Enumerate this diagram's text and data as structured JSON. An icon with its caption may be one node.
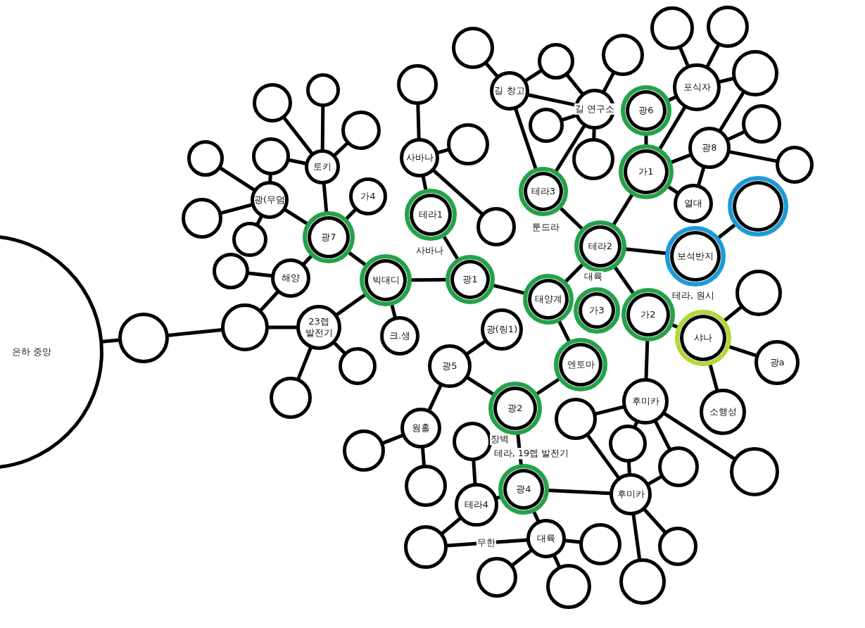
{
  "diagram": {
    "nodes": [
      {
        "text": [
          "은하 중앙"
        ]
      },
      {
        "text": [],
        "shape": "circle"
      },
      {
        "text": [],
        "shape": "circle"
      },
      {
        "text": [
          "해양"
        ]
      },
      {
        "text": [],
        "shape": "circle"
      },
      {
        "text": [
          "23렙 발전기"
        ]
      },
      {
        "text": [],
        "shape": "circle"
      },
      {
        "text": [],
        "shape": "circle"
      },
      {
        "text": [
          "광7"
        ]
      },
      {
        "text": [
          "광(무덤"
        ]
      },
      {
        "text": [],
        "shape": "circle"
      },
      {
        "text": [],
        "shape": "circle"
      },
      {
        "text": [],
        "shape": "circle"
      },
      {
        "text": [],
        "shape": "circle"
      },
      {
        "text": [
          "토키"
        ]
      },
      {
        "text": [],
        "shape": "circle"
      },
      {
        "text": [],
        "shape": "circle"
      },
      {
        "text": [],
        "shape": "circle"
      },
      {
        "text": [
          "가4"
        ]
      },
      {
        "text": [
          "빅대디"
        ]
      },
      {
        "text": [
          "크.생"
        ]
      },
      {
        "text": [
          "광1"
        ]
      },
      {
        "text": [
          "테라1"
        ],
        "beside": [
          "사바나"
        ]
      },
      {
        "text": [
          "사바나"
        ]
      },
      {
        "text": [],
        "shape": "circle"
      },
      {
        "text": [],
        "shape": "circle"
      },
      {
        "text": [],
        "shape": "circle"
      },
      {
        "text": [
          "길 창고"
        ]
      },
      {
        "text": [],
        "shape": "circle"
      },
      {
        "text": [],
        "shape": "circle"
      },
      {
        "text": [
          "길 연구소"
        ]
      },
      {
        "text": [],
        "shape": "circle"
      },
      {
        "text": [],
        "shape": "circle"
      },
      {
        "text": [
          "테라3"
        ],
        "beside": [
          "툰드라"
        ]
      },
      {
        "text": [
          "테라2"
        ],
        "beside": [
          "대륙"
        ]
      },
      {
        "text": [
          "광6"
        ]
      },
      {
        "text": [
          "포식자"
        ]
      },
      {
        "text": [],
        "shape": "circle"
      },
      {
        "text": [],
        "shape": "circle"
      },
      {
        "text": [
          "가1"
        ]
      },
      {
        "text": [
          "광8"
        ]
      },
      {
        "text": [],
        "shape": "circle"
      },
      {
        "text": [],
        "shape": "circle"
      },
      {
        "text": [],
        "shape": "circle"
      },
      {
        "text": [
          "열대"
        ]
      },
      {
        "text": [],
        "shape": "circle"
      },
      {
        "text": [
          "보석반지"
        ],
        "beside": [
          "테라, 원시"
        ]
      },
      {
        "text": [
          "태양계"
        ]
      },
      {
        "text": [
          "가3"
        ]
      },
      {
        "text": [
          "가2"
        ]
      },
      {
        "text": [
          "엔토마"
        ]
      },
      {
        "text": [
          "샤나"
        ]
      },
      {
        "text": [],
        "shape": "circle"
      },
      {
        "text": [
          "광a"
        ]
      },
      {
        "text": [
          "소행성"
        ]
      },
      {
        "text": [
          "광(링1)"
        ]
      },
      {
        "text": [
          "광5"
        ]
      },
      {
        "text": [
          "광2"
        ],
        "beside": [
          "장벽"
        ]
      },
      {
        "text": [
          "웜홀"
        ]
      },
      {
        "text": [],
        "shape": "circle"
      },
      {
        "text": [],
        "shape": "circle"
      },
      {
        "text": [],
        "shape": "circle"
      },
      {
        "text": [
          "테라4"
        ]
      },
      {
        "text": [
          "광4"
        ],
        "beside": [
          "테라, 19렙 발전기"
        ]
      },
      {
        "text": [],
        "shape": "circle"
      },
      {
        "text": [
          "대륙"
        ]
      },
      {
        "text": [],
        "shape": "circle"
      },
      {
        "text": [],
        "shape": "circle"
      },
      {
        "text": [],
        "shape": "circle"
      },
      {
        "text": [
          "후미카"
        ]
      },
      {
        "text": [],
        "shape": "circle"
      },
      {
        "text": [],
        "shape": "circle"
      },
      {
        "text": [],
        "shape": "circle"
      },
      {
        "text": [],
        "shape": "circle"
      },
      {
        "text": [
          "후미카"
        ]
      },
      {
        "text": [],
        "shape": "circle"
      },
      {
        "text": [],
        "shape": "circle"
      },
      {
        "text": [],
        "shape": "circle"
      }
    ],
    "edges": [
      {
        "from": 0,
        "to": 1,
        "arrow": "none"
      },
      {
        "from": 1,
        "to": 2,
        "arrow": "none"
      },
      {
        "from": 2,
        "to": 3,
        "arrow": "none"
      },
      {
        "from": 3,
        "to": 4,
        "arrow": "none"
      },
      {
        "from": 2,
        "to": 5,
        "arrow": "none"
      },
      {
        "from": 5,
        "to": 6,
        "arrow": "none"
      },
      {
        "from": 5,
        "to": 7,
        "arrow": "none"
      },
      {
        "from": 3,
        "to": 8,
        "arrow": "none"
      },
      {
        "from": 8,
        "to": 9,
        "arrow": "none"
      },
      {
        "from": 8,
        "to": 14,
        "arrow": "none"
      },
      {
        "from": 8,
        "to": 18,
        "arrow": "none"
      },
      {
        "from": 8,
        "to": 19,
        "arrow": "none"
      },
      {
        "from": 9,
        "to": 10,
        "arrow": "none"
      },
      {
        "from": 9,
        "to": 11,
        "arrow": "none"
      },
      {
        "from": 9,
        "to": 12,
        "arrow": "none"
      },
      {
        "from": 9,
        "to": 13,
        "arrow": "none"
      },
      {
        "from": 10,
        "to": 14,
        "arrow": "none"
      },
      {
        "from": 14,
        "to": 15,
        "arrow": "none"
      },
      {
        "from": 14,
        "to": 16,
        "arrow": "none"
      },
      {
        "from": 14,
        "to": 17,
        "arrow": "none"
      },
      {
        "from": 19,
        "to": 5,
        "arrow": "none"
      },
      {
        "from": 19,
        "to": 20,
        "arrow": "none"
      },
      {
        "from": 19,
        "to": 21,
        "arrow": "none"
      },
      {
        "from": 21,
        "to": 22,
        "arrow": "none"
      },
      {
        "from": 22,
        "to": 23,
        "arrow": "none"
      },
      {
        "from": 23,
        "to": 24,
        "arrow": "none"
      },
      {
        "from": 23,
        "to": 25,
        "arrow": "none"
      },
      {
        "from": 23,
        "to": 26,
        "arrow": "none"
      },
      {
        "from": 21,
        "to": 47,
        "arrow": "none"
      },
      {
        "from": 27,
        "to": 28,
        "arrow": "none"
      },
      {
        "from": 27,
        "to": 29,
        "arrow": "none"
      },
      {
        "from": 27,
        "to": 30,
        "arrow": "none"
      },
      {
        "from": 27,
        "to": 33,
        "arrow": "none"
      },
      {
        "from": 29,
        "to": 30,
        "arrow": "none"
      },
      {
        "from": 30,
        "to": 31,
        "arrow": "none"
      },
      {
        "from": 30,
        "to": 32,
        "arrow": "none"
      },
      {
        "from": 30,
        "to": 33,
        "arrow": "none"
      },
      {
        "from": 30,
        "to": 77,
        "arrow": "none"
      },
      {
        "from": 33,
        "to": 34,
        "arrow": "none"
      },
      {
        "from": 35,
        "to": 39,
        "arrow": "none"
      },
      {
        "from": 35,
        "to": 36,
        "arrow": "none"
      },
      {
        "from": 36,
        "to": 37,
        "arrow": "none"
      },
      {
        "from": 36,
        "to": 38,
        "arrow": "none"
      },
      {
        "from": 36,
        "to": 41,
        "arrow": "none"
      },
      {
        "from": 39,
        "to": 36,
        "arrow": "none"
      },
      {
        "from": 39,
        "to": 40,
        "arrow": "none"
      },
      {
        "from": 39,
        "to": 44,
        "arrow": "none"
      },
      {
        "from": 40,
        "to": 41,
        "arrow": "none"
      },
      {
        "from": 40,
        "to": 42,
        "arrow": "none"
      },
      {
        "from": 40,
        "to": 43,
        "arrow": "none"
      },
      {
        "from": 40,
        "to": 44,
        "arrow": "none"
      },
      {
        "from": 39,
        "to": 34,
        "arrow": "none"
      },
      {
        "from": 34,
        "to": 46,
        "arrow": "none"
      },
      {
        "from": 46,
        "to": 45,
        "arrow": "none"
      },
      {
        "from": 34,
        "to": 47,
        "arrow": "none"
      },
      {
        "from": 34,
        "to": 49,
        "arrow": "none"
      },
      {
        "from": 47,
        "to": 50,
        "arrow": "none"
      },
      {
        "from": 49,
        "to": 51,
        "arrow": "none"
      },
      {
        "from": 49,
        "to": 69,
        "arrow": "none"
      },
      {
        "from": 51,
        "to": 52,
        "arrow": "none"
      },
      {
        "from": 51,
        "to": 53,
        "arrow": "none"
      },
      {
        "from": 51,
        "to": 54,
        "arrow": "none"
      },
      {
        "from": 50,
        "to": 57,
        "arrow": "none"
      },
      {
        "from": 57,
        "to": 56,
        "arrow": "none"
      },
      {
        "from": 56,
        "to": 55,
        "arrow": "none"
      },
      {
        "from": 56,
        "to": 58,
        "arrow": "none"
      },
      {
        "from": 58,
        "to": 59,
        "arrow": "none"
      },
      {
        "from": 58,
        "to": 60,
        "arrow": "none"
      },
      {
        "from": 57,
        "to": 63,
        "arrow": "none"
      },
      {
        "from": 61,
        "to": 62,
        "arrow": "none"
      },
      {
        "from": 62,
        "to": 63,
        "arrow": "none"
      },
      {
        "from": 62,
        "to": 64,
        "arrow": "none"
      },
      {
        "from": 64,
        "to": 65,
        "arrow": "none",
        "label": "무한"
      },
      {
        "from": 63,
        "to": 65,
        "arrow": "none"
      },
      {
        "from": 63,
        "to": 74,
        "arrow": "none"
      },
      {
        "from": 65,
        "to": 66,
        "arrow": "none"
      },
      {
        "from": 65,
        "to": 67,
        "arrow": "none"
      },
      {
        "from": 65,
        "to": 68,
        "arrow": "none"
      },
      {
        "from": 69,
        "to": 70,
        "arrow": "none"
      },
      {
        "from": 69,
        "to": 71,
        "arrow": "none"
      },
      {
        "from": 69,
        "to": 72,
        "arrow": "none"
      },
      {
        "from": 69,
        "to": 73,
        "arrow": "none"
      },
      {
        "from": 70,
        "to": 74,
        "arrow": "none"
      },
      {
        "from": 71,
        "to": 74,
        "arrow": "none"
      },
      {
        "from": 72,
        "to": 74,
        "arrow": "none"
      },
      {
        "from": 74,
        "to": 75,
        "arrow": "none"
      },
      {
        "from": 74,
        "to": 76,
        "arrow": "none"
      }
    ]
  }
}
